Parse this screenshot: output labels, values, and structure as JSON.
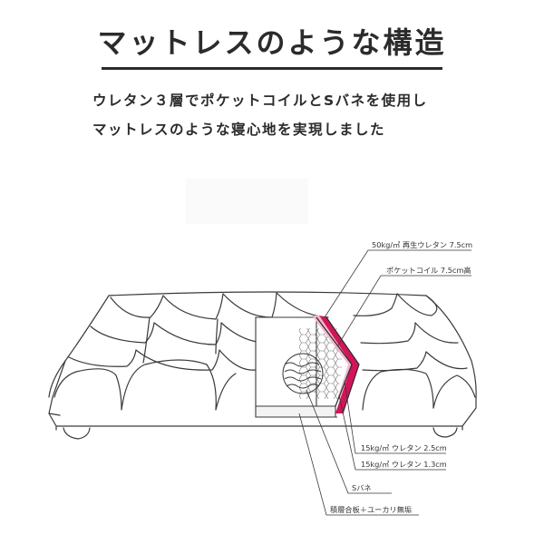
{
  "heading": {
    "title": "マットレスのような構造"
  },
  "description": {
    "line1": "ウレタン３層でポケットコイルとSバネを使用し",
    "line2": "マットレスのような寝心地を実現しました"
  },
  "diagram": {
    "labels": {
      "urethane_top": "50kg/㎥ 再生ウレタン 7.5cm",
      "pocket_coil": "ポケットコイル 7.5cm高",
      "urethane_mid": "15kg/㎥ ウレタン 2.5cm",
      "urethane_low": "15kg/㎥ ウレタン 1.3cm",
      "s_spring": "Sバネ",
      "base": "積層合板＋ユーカリ無垢"
    },
    "colors": {
      "accent": "#d4145a",
      "accent_light": "#f3b8cc",
      "outline": "#3a3a3a"
    }
  }
}
